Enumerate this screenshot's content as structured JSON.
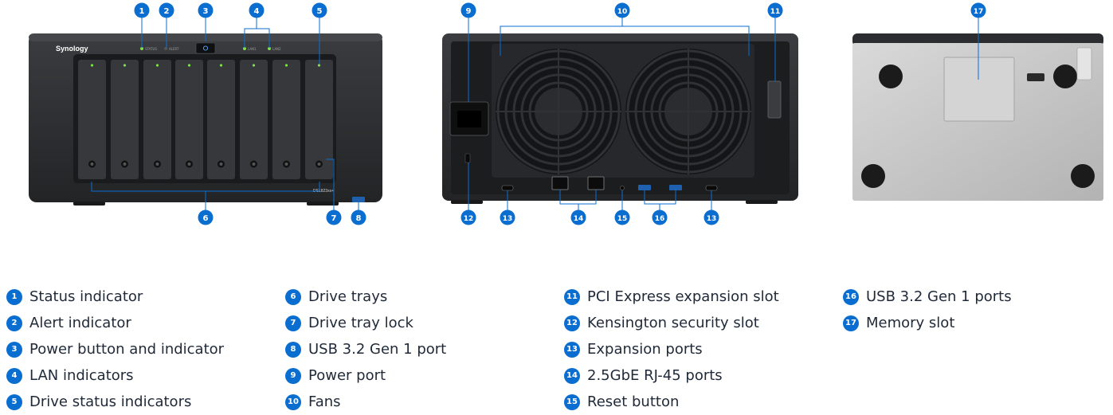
{
  "brand_text": "Synology",
  "model_text": "DS1823xs+",
  "front_led_labels": [
    "STATUS",
    "ALERT",
    "LAN1",
    "LAN2"
  ],
  "callouts": [
    "1",
    "2",
    "3",
    "4",
    "5",
    "6",
    "7",
    "8",
    "9",
    "10",
    "11",
    "12",
    "13",
    "14",
    "15",
    "16",
    "17"
  ],
  "legend": [
    {
      "num": "1",
      "label": "Status indicator"
    },
    {
      "num": "2",
      "label": "Alert indicator"
    },
    {
      "num": "3",
      "label": "Power button and indicator"
    },
    {
      "num": "4",
      "label": "LAN indicators"
    },
    {
      "num": "5",
      "label": "Drive status indicators"
    },
    {
      "num": "6",
      "label": "Drive trays"
    },
    {
      "num": "7",
      "label": "Drive tray lock"
    },
    {
      "num": "8",
      "label": "USB 3.2 Gen 1 port"
    },
    {
      "num": "9",
      "label": "Power port"
    },
    {
      "num": "10",
      "label": "Fans"
    },
    {
      "num": "11",
      "label": "PCI Express expansion slot"
    },
    {
      "num": "12",
      "label": "Kensington security slot"
    },
    {
      "num": "13",
      "label": "Expansion ports"
    },
    {
      "num": "14",
      "label": "2.5GbE RJ-45 ports"
    },
    {
      "num": "15",
      "label": "Reset button"
    },
    {
      "num": "16",
      "label": "USB 3.2 Gen 1 ports"
    },
    {
      "num": "17",
      "label": "Memory slot"
    }
  ],
  "colors": {
    "callout": "#0a6ed1",
    "chassis": "#2b2d30",
    "panel": "#1b1c1e",
    "bottom_plate": "#c9c9c9",
    "led_green": "#7ee04a"
  }
}
